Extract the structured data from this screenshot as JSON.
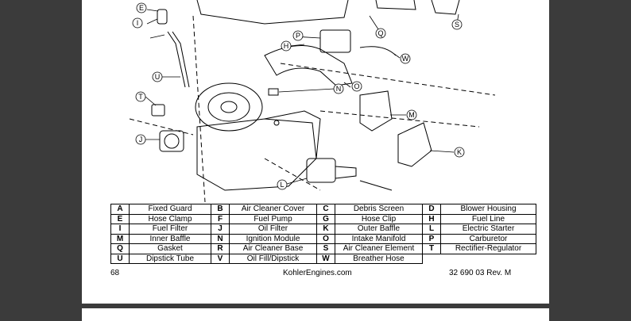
{
  "legend": {
    "rows": [
      [
        {
          "k": "A",
          "n": "Fixed Guard"
        },
        {
          "k": "B",
          "n": "Air Cleaner Cover"
        },
        {
          "k": "C",
          "n": "Debris Screen"
        },
        {
          "k": "D",
          "n": "Blower Housing"
        }
      ],
      [
        {
          "k": "E",
          "n": "Hose Clamp"
        },
        {
          "k": "F",
          "n": "Fuel Pump"
        },
        {
          "k": "G",
          "n": "Hose Clip"
        },
        {
          "k": "H",
          "n": "Fuel Line"
        }
      ],
      [
        {
          "k": "I",
          "n": "Fuel Filter"
        },
        {
          "k": "J",
          "n": "Oil Filter"
        },
        {
          "k": "K",
          "n": "Outer Baffle"
        },
        {
          "k": "L",
          "n": "Electric Starter"
        }
      ],
      [
        {
          "k": "M",
          "n": "Inner Baffle"
        },
        {
          "k": "N",
          "n": "Ignition Module"
        },
        {
          "k": "O",
          "n": "Intake Manifold"
        },
        {
          "k": "P",
          "n": "Carburetor"
        }
      ],
      [
        {
          "k": "Q",
          "n": "Gasket"
        },
        {
          "k": "R",
          "n": "Air Cleaner Base"
        },
        {
          "k": "S",
          "n": "Air Cleaner Element"
        },
        {
          "k": "T",
          "n": "Rectifier-Regulator"
        }
      ],
      [
        {
          "k": "U",
          "n": "Dipstick Tube"
        },
        {
          "k": "V",
          "n": "Oil Fill/Dipstick"
        },
        {
          "k": "W",
          "n": "Breather Hose"
        }
      ]
    ]
  },
  "callouts": [
    "E",
    "I",
    "S",
    "P",
    "Q",
    "H",
    "W",
    "U",
    "N",
    "O",
    "T",
    "M",
    "J",
    "K",
    "L"
  ],
  "footer": {
    "page_number": "68",
    "website": "KohlerEngines.com",
    "doc_number": "32 690 03 Rev. M"
  }
}
